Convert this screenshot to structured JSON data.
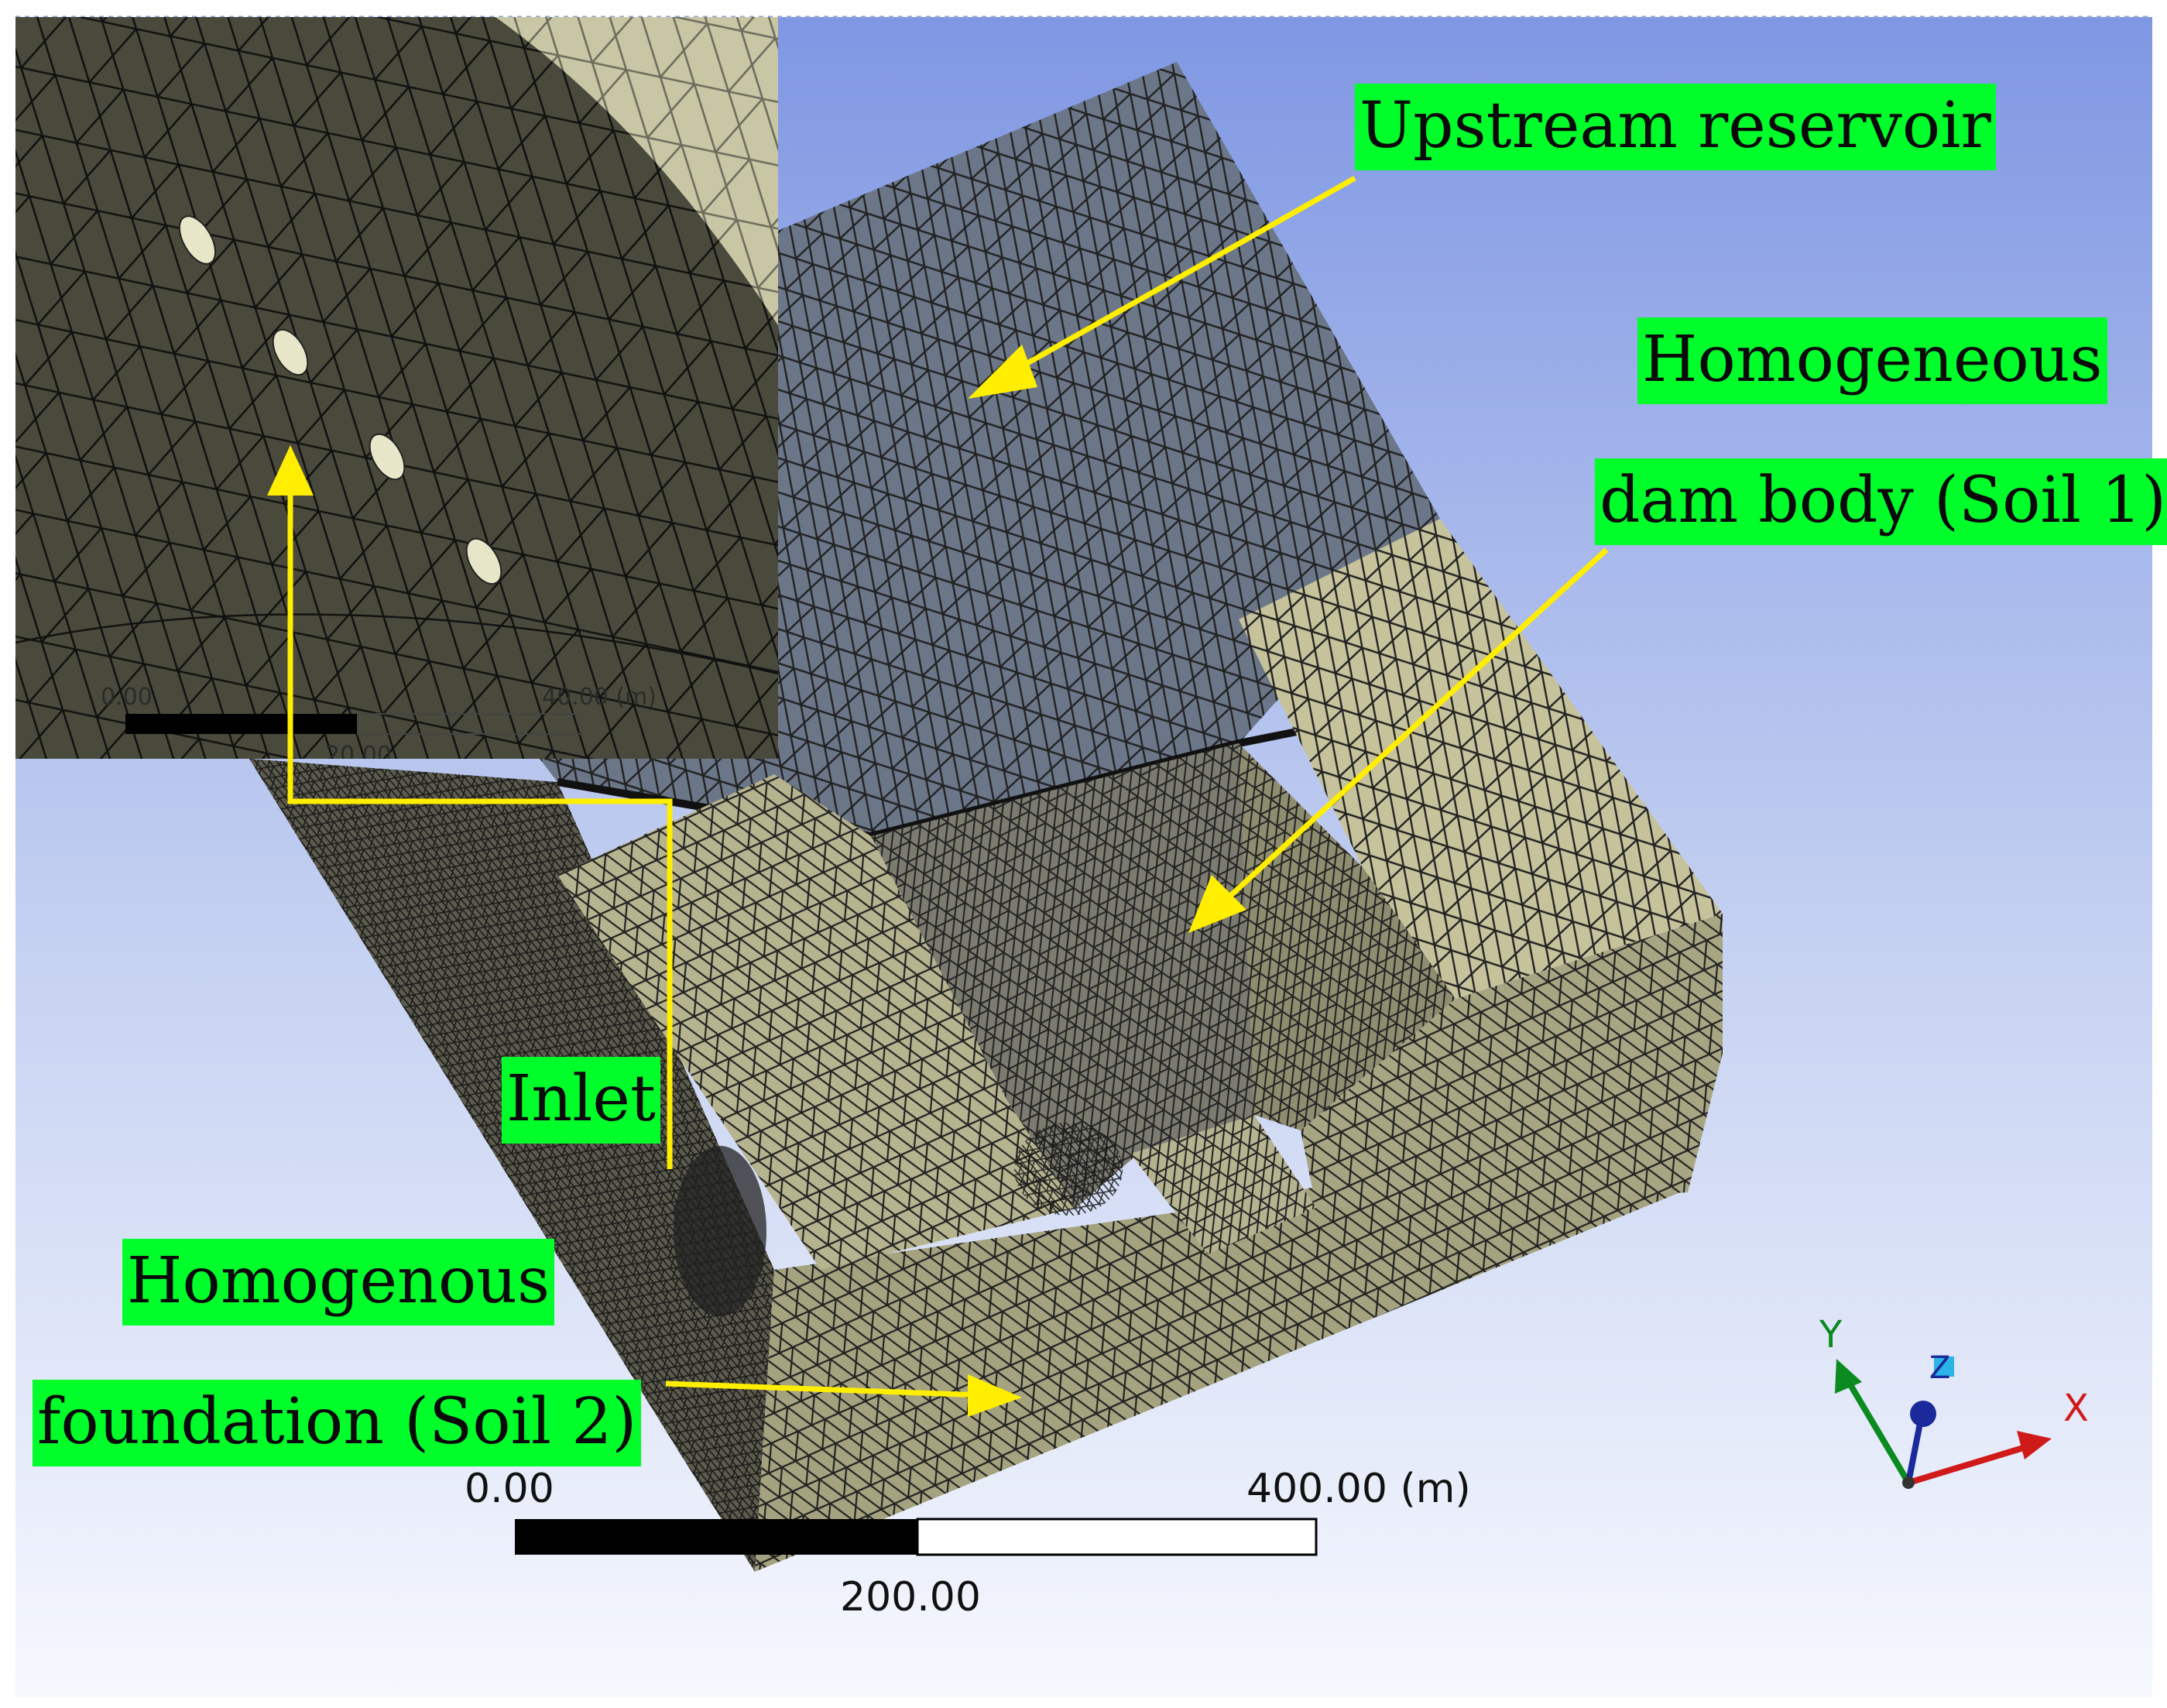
{
  "labels": {
    "upstream": "Upstream reservoir",
    "dam_line1": "Homogeneous",
    "dam_line2": "dam body (Soil 1)",
    "inlet": "Inlet",
    "found_line1": "Homogenous",
    "found_line2": "foundation (Soil 2)"
  },
  "scale_bar": {
    "start": "0.00",
    "mid": "200.00",
    "end": "400.00 (m)"
  },
  "inset_scale_bar": {
    "start": "0.00",
    "mid": "20.00",
    "end": "40.00 (m)"
  },
  "triad": {
    "x": "X",
    "y": "Y",
    "z": "Z"
  },
  "colors": {
    "label_bg": "#00ff2a",
    "arrow": "#ffee00",
    "soil": "#b5b38c",
    "reservoir": "#6f7c8e",
    "bg_top": "#7f97e3"
  }
}
